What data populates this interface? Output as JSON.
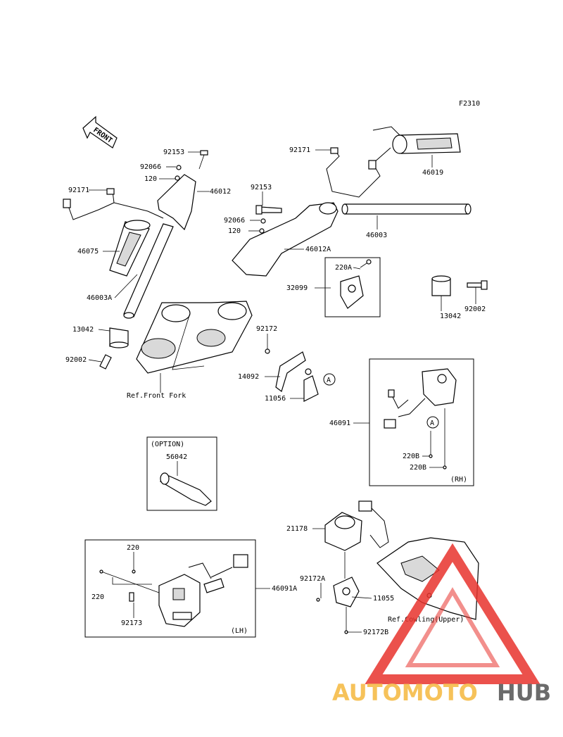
{
  "figure_code": "F2310",
  "front_arrow_label": "FRONT",
  "parts": {
    "p92153_a": "92153",
    "p92066_a": "92066",
    "p120_a": "120",
    "p46012": "46012",
    "p92171_l": "92171",
    "p46075": "46075",
    "p46003a": "46003A",
    "p13042_l": "13042",
    "p92002_l": "92002",
    "ref_front_fork": "Ref.Front Fork",
    "p92171_r": "92171",
    "p46019": "46019",
    "p92153_b": "92153",
    "p92066_b": "92066",
    "p120_b": "120",
    "p46003": "46003",
    "p46012a": "46012A",
    "p220a": "220A",
    "p32099": "32099",
    "p13042_r": "13042",
    "p92002_r": "92002",
    "p92172": "92172",
    "p14092": "14092",
    "p11056": "11056",
    "marker_a1": "A",
    "p46091": "46091",
    "marker_a2": "A",
    "p220b_1": "220B",
    "p220b_2": "220B",
    "rh": "(RH)",
    "option": "(OPTION)",
    "p56042": "56042",
    "p21178": "21178",
    "p220_top": "220",
    "p220_left": "220",
    "p46091a": "46091A",
    "p92172a": "92172A",
    "p11055": "11055",
    "p92173": "92173",
    "lh": "(LH)",
    "ref_cowling": "Ref.Cowling(Upper)",
    "p92172b": "92172B"
  },
  "watermark": {
    "part1": "AUTOMOTO",
    "part2": "HUB",
    "color1": "#f6c25a",
    "color2": "#6b6b6b",
    "triangle_color": "#e8332d"
  }
}
